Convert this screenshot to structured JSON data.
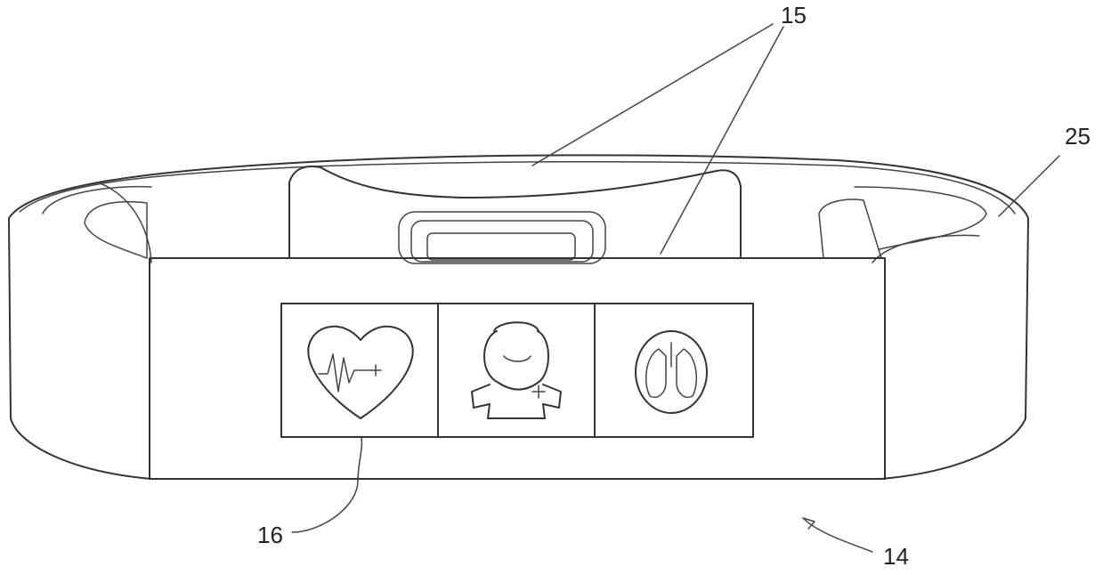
{
  "figure": {
    "reference_numerals": {
      "band_top": "15",
      "band_rim": "25",
      "display_icons": "16",
      "device": "14"
    },
    "icons": [
      "heart-rate-icon",
      "nurse-icon",
      "lungs-icon"
    ]
  }
}
